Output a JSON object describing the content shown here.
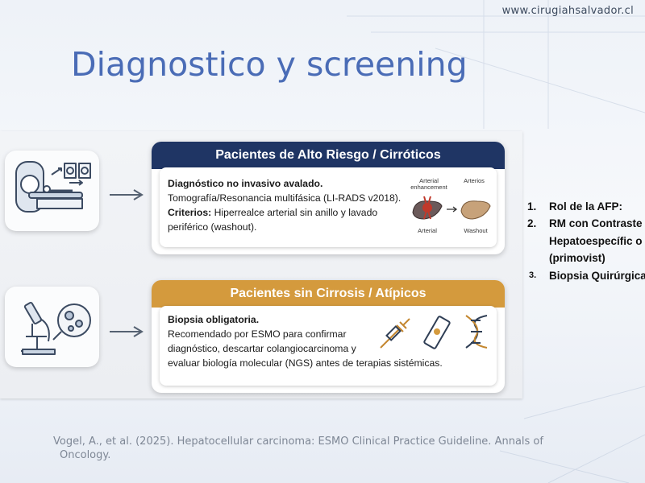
{
  "header": {
    "site_url": "www.cirugiahsalvador.cl"
  },
  "slide": {
    "title": "Diagnostico y screening"
  },
  "panel": {
    "cards": [
      {
        "title": "Pacientes de Alto Riesgo / Cirróticos",
        "heading": "Diagnóstico no invasivo avalado.",
        "line2": "Tomografía/Resonancia multifásica (LI-RADS v2018).",
        "criteria_label": "Criterios:",
        "criteria_text": " Hiperrealce arterial sin anillo y lavado",
        "line4": "periférico (washout).",
        "diagram": {
          "label_arterial_enh": "Arterial enhancement",
          "label_arterios": "Arterios",
          "label_arterial": "Arterial",
          "label_washout": "Washout"
        }
      },
      {
        "title": "Pacientes sin Cirrosis / Atípicos",
        "heading": "Biopsia obligatoria.",
        "line2": "Recomendado por ESMO para confirmar",
        "line3": "diagnóstico, descartar colangiocarcinoma y",
        "line4": "evaluar biología molecular (NGS) antes de terapias sistémicas."
      }
    ]
  },
  "side_list": [
    {
      "num": "1.",
      "text": "Rol de la AFP:"
    },
    {
      "num": "2.",
      "text": "RM con Contraste Hepatoespecífic o (primovist)"
    },
    {
      "num": "3.",
      "text": "Biopsia Quirúrgica"
    }
  ],
  "citation": {
    "line1": "Vogel, A., et al. (2025). Hepatocellular carcinoma: ESMO Clinical Practice Guideline. Annals of",
    "line2": "Oncology."
  },
  "colors": {
    "title_blue": "#4a6cb6",
    "navy_header": "#1f3564",
    "gold_header": "#d49a3d",
    "liver_red": "#c0392b"
  }
}
